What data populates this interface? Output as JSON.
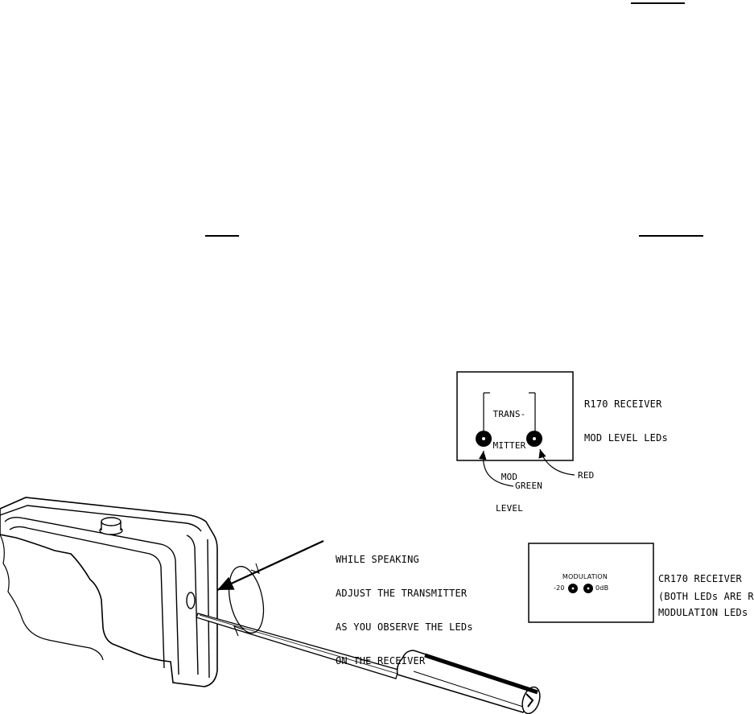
{
  "r170": {
    "caption": [
      "R170 RECEIVER",
      "MOD LEVEL LEDs"
    ],
    "panel_label": [
      "TRANS-",
      "MITTER",
      "MOD",
      "LEVEL"
    ],
    "green_label": "GREEN",
    "red_label": "RED"
  },
  "cr170": {
    "caption": [
      "CR170 RECEIVER",
      "MODULATION LEDs"
    ],
    "note": "(BOTH LEDs ARE RED)",
    "panel_label": "MODULATION",
    "left_value": "-20",
    "right_value": "0dB"
  },
  "instruction": [
    "WHILE SPEAKING",
    "ADJUST THE TRANSMITTER",
    "AS YOU OBSERVE THE LEDs",
    "ON THE RECEIVER"
  ],
  "colors": {
    "ink": "#000000",
    "paper": "#ffffff"
  }
}
